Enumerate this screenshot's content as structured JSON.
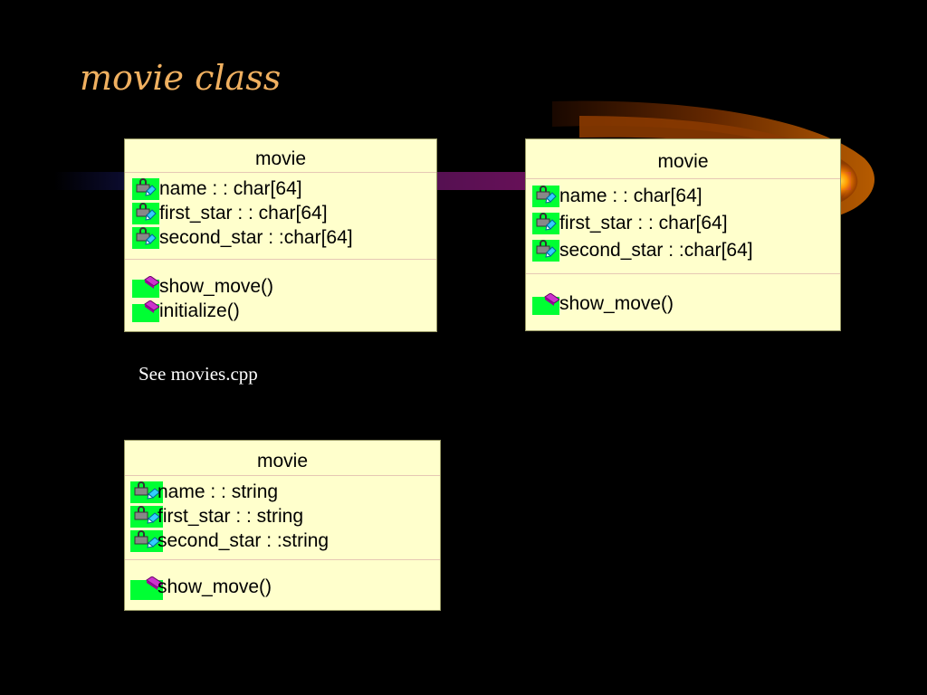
{
  "slide": {
    "title": "movie class",
    "note": "See movies.cpp"
  },
  "colors": {
    "background": "#000000",
    "title": "#f0b060",
    "box_fill": "#ffffcc",
    "icon_green": "#00ff33",
    "operation_icon": "#cc33cc",
    "attribute_icon": "#33ccff"
  },
  "diagram": {
    "boxes": [
      {
        "name": "movie",
        "attributes": [
          "name : : char[64]",
          "first_star : : char[64]",
          "second_star : :char[64]"
        ],
        "operations": [
          "show_move()",
          "initialize()"
        ]
      },
      {
        "name": "movie",
        "attributes": [
          "name : : char[64]",
          "first_star : : char[64]",
          "second_star : :char[64]"
        ],
        "operations": [
          "show_move()"
        ]
      },
      {
        "name": "movie",
        "attributes": [
          "name : : string",
          "first_star : : string",
          "second_star : :string"
        ],
        "operations": [
          "show_move()"
        ]
      }
    ]
  }
}
